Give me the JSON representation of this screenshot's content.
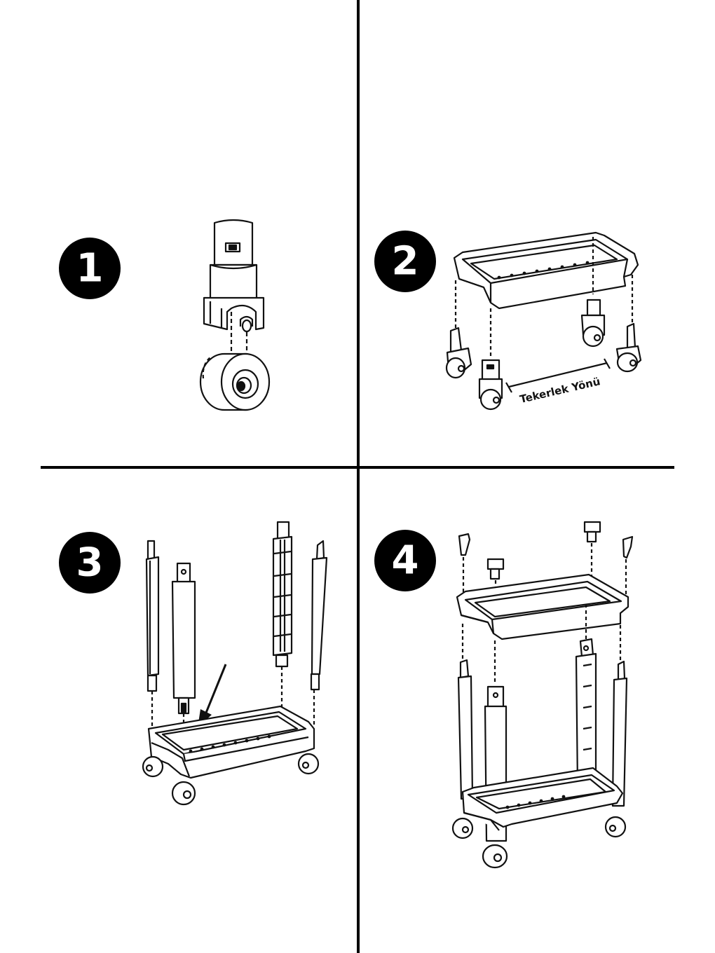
{
  "steps": [
    {
      "number": "1"
    },
    {
      "number": "2",
      "direction_label": "Tekerlek Yönü"
    },
    {
      "number": "3"
    },
    {
      "number": "4"
    }
  ],
  "colors": {
    "ink": "#111111",
    "paper": "#ffffff",
    "badge": "#000000"
  }
}
